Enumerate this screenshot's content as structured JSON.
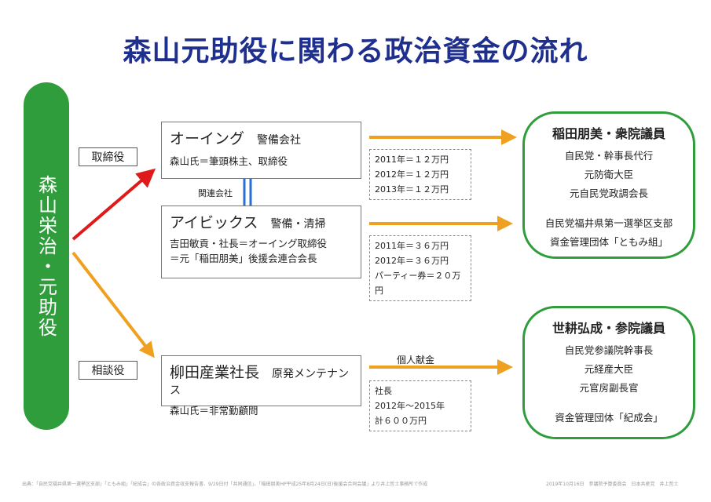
{
  "title": "森山元助役に関わる政治資金の流れ",
  "person": "森山栄治・元助役",
  "roles": {
    "director": "取締役",
    "advisor": "相談役"
  },
  "related_label": "関連会社",
  "companies": [
    {
      "name": "オーイング",
      "type": "警備会社",
      "lines": [
        "森山氏＝筆頭株主、取締役"
      ]
    },
    {
      "name": "アイビックス",
      "type": "警備・清掃",
      "lines": [
        "吉田敏貢・社長＝オーイング取締役",
        "＝元「稲田朋美」後援会連合会長"
      ]
    },
    {
      "name": "柳田産業社長",
      "type": "原発メンテナンス",
      "lines": [
        "森山氏＝非常勤顧問"
      ]
    }
  ],
  "payments": [
    [
      "2011年＝１２万円",
      "2012年＝１２万円",
      "2013年＝１２万円"
    ],
    [
      "2011年＝３６万円",
      "2012年＝３６万円",
      "パーティー券＝２０万円"
    ],
    [
      "社長",
      "2012年～2015年",
      "計６００万円"
    ]
  ],
  "donation_label": "個人献金",
  "politicians": [
    {
      "name": "稲田朋美・衆院議員",
      "lines": [
        "自民党・幹事長代行",
        "元防衛大臣",
        "元自民党政調会長",
        "",
        "自民党福井県第一選挙区支部",
        "資金管理団体「ともみ組」"
      ]
    },
    {
      "name": "世耕弘成・参院議員",
      "lines": [
        "自民党参議院幹事長",
        "元経産大臣",
        "元官房副長官",
        "",
        "資金管理団体「紀成会」"
      ]
    }
  ],
  "footer": {
    "source": "出典：「自民党福井県第一選挙区支部」「ともみ組」「紀成会」の各政治資金収支報告書、9/29日付「共同通信」、「稲田朋美HP平成25年8月24日(日)後援会合同会議」より井上哲士事務所で作成",
    "credit": "2019年10月16日　参議院予算委員会　日本共産党　井上哲士"
  },
  "colors": {
    "title": "#1f2f8e",
    "green": "#2f9d3c",
    "orange": "#f0a020",
    "red": "#e01a1a",
    "blue": "#2a6fd6"
  }
}
